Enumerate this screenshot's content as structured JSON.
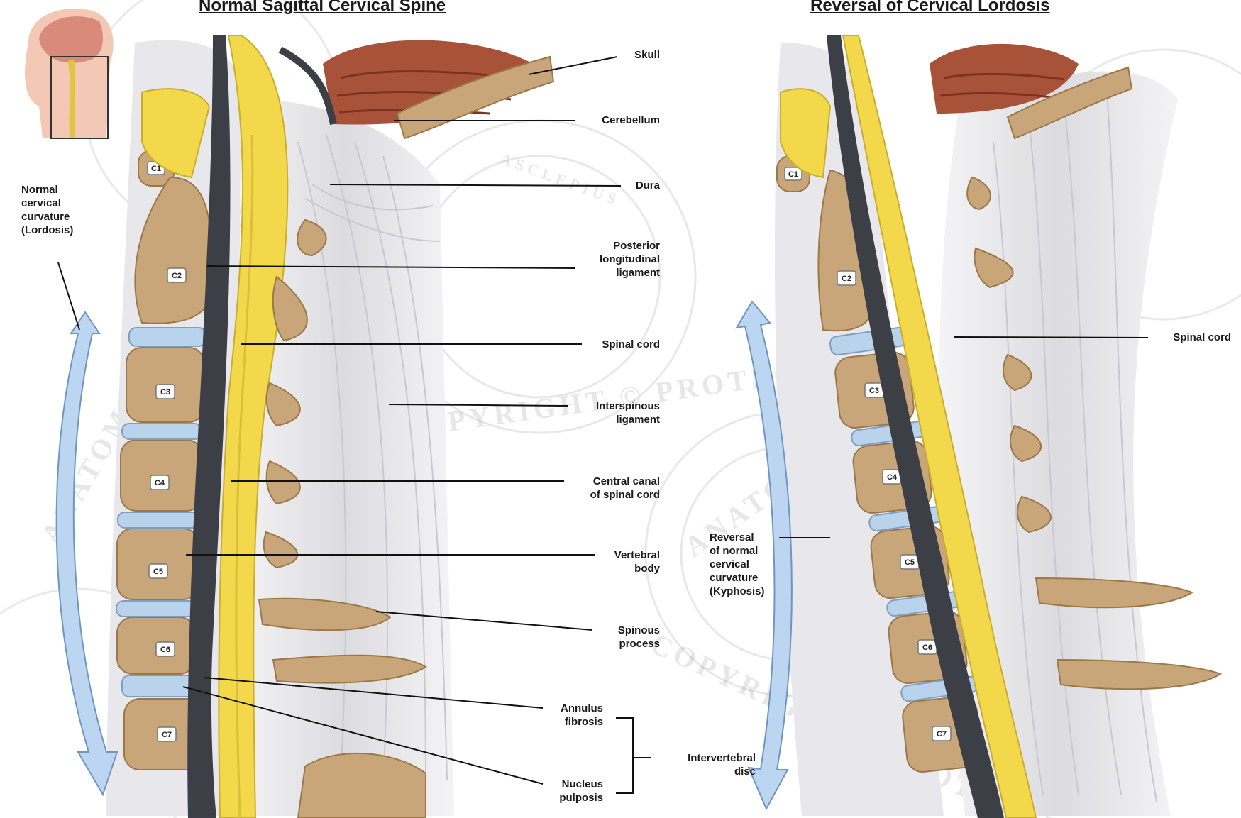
{
  "titles": {
    "left": "Normal Sagittal Cervical Spine",
    "right": "Reversal of Cervical Lordosis"
  },
  "labels": {
    "skull": "Skull",
    "cerebellum": "Cerebellum",
    "dura": "Dura",
    "posterior_longitudinal_ligament": "Posterior\nlongitudinal\nligament",
    "spinal_cord": "Spinal cord",
    "interspinous_ligament": "Interspinous\nligament",
    "central_canal": "Central canal\nof spinal cord",
    "vertebral_body": "Vertebral\nbody",
    "spinous_process": "Spinous\nprocess",
    "annulus_fibrosis": "Annulus\nfibrosis",
    "nucleus_pulposis": "Nucleus\npulposis",
    "intervertebral_disc": "Intervertebral\ndisc",
    "normal_curvature": "Normal\ncervical\ncurvature\n(Lordosis)",
    "spinal_cord_right": "Spinal cord",
    "reversal_curvature": "Reversal\nof normal\ncervical\ncurvature\n(Kyphosis)"
  },
  "vertebra_labels": [
    "C1",
    "C2",
    "C3",
    "C4",
    "C5",
    "C6",
    "C7"
  ],
  "watermark": {
    "text1": "COPYRIGHT © PROTECTED",
    "text2": "ANATOMICAL JUSTICE LLC",
    "seal": "ASCLEPIUS"
  },
  "colors": {
    "bone": "#c9a679",
    "bone_edge": "#9c7748",
    "disc": "#b9d3ec",
    "cord": "#f2d84a",
    "dura": "#3d3f47",
    "brain": "#a8523a",
    "arrow": "#bcd6f2",
    "arrow_edge": "#6f95c2",
    "ligament": "#e3e3e6"
  }
}
